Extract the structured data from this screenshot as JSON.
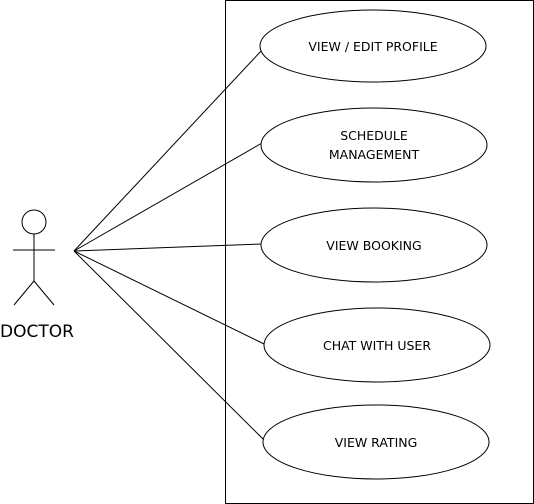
{
  "actor": {
    "name": "DOCTOR"
  },
  "use_cases": [
    {
      "label_lines": [
        "VIEW / EDIT PROFILE"
      ]
    },
    {
      "label_lines": [
        "SCHEDULE",
        "MANAGEMENT"
      ]
    },
    {
      "label_lines": [
        "VIEW BOOKING"
      ]
    },
    {
      "label_lines": [
        "CHAT WITH USER"
      ]
    },
    {
      "label_lines": [
        "VIEW RATING"
      ]
    }
  ],
  "colors": {
    "stroke": "#000000",
    "background": "#ffffff"
  }
}
